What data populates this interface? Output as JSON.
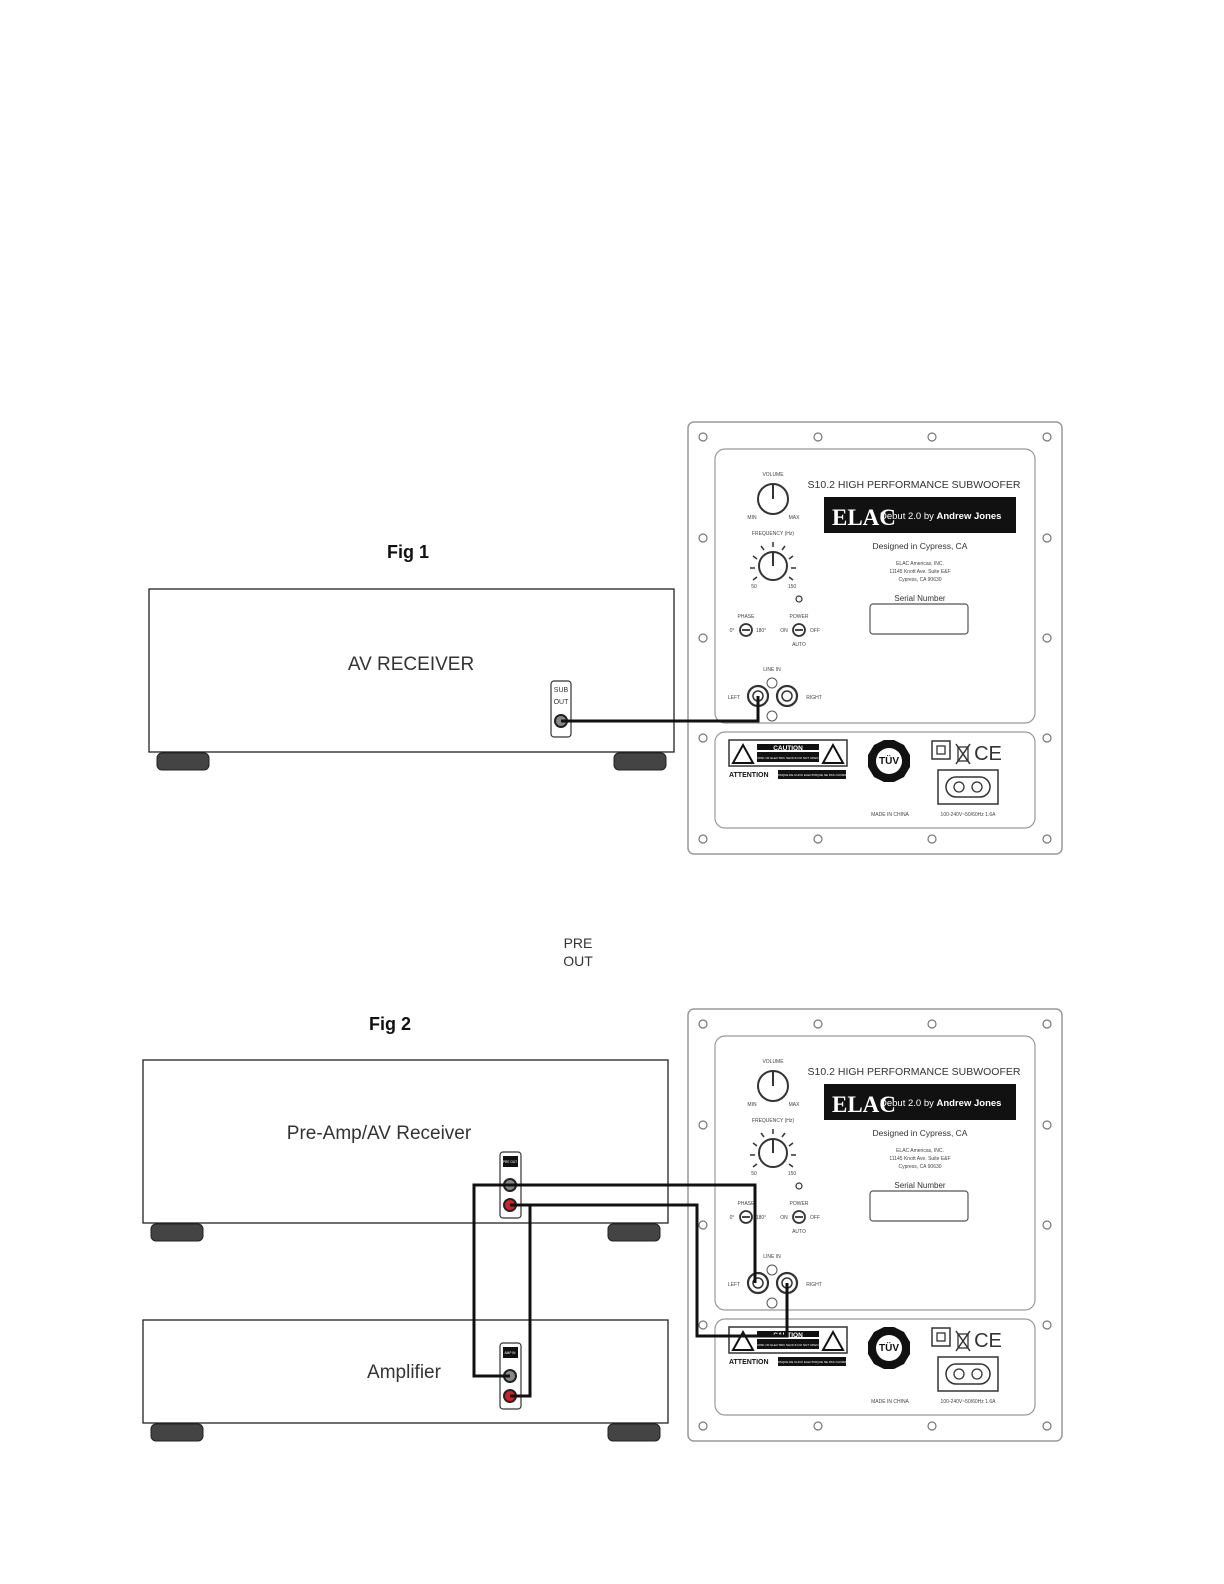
{
  "fig1": {
    "title": "Fig 1",
    "receiver_label": "AV RECEIVER",
    "sub_out_label_top": "SUB",
    "sub_out_label_bottom": "OUT"
  },
  "fig2": {
    "title": "Fig 2",
    "pre_out_label_top": "PRE",
    "pre_out_label_bottom": "OUT",
    "preamp_label": "Pre-Amp/AV Receiver",
    "amplifier_label": "Amplifier",
    "preamp_jack_label": "PRE OUT",
    "amp_jack_label": "AMP IN"
  },
  "sub_panel": {
    "volume": "VOLUME",
    "min": "MIN",
    "max": "MAX",
    "frequency": "FREQUENCY (Hz)",
    "freq_low": "50",
    "freq_high": "150",
    "phase": "PHASE",
    "phase_0": "0°",
    "phase_180": "180°",
    "power": "POWER",
    "on": "ON",
    "off": "OFF",
    "auto": "AUTO",
    "line_in": "LINE IN",
    "left": "LEFT",
    "right": "RIGHT",
    "model": "S10.2 HIGH PERFORMANCE SUBWOOFER",
    "brand": "ELAC",
    "series_prefix": "Debut 2.0 by ",
    "series_designer": "Andrew Jones",
    "designed_in": "Designed in Cypress, CA",
    "address_1": "ELAC Americas, INC.",
    "address_2": "11145 Knott Ave. Suite E&F",
    "address_3": "Cypress, CA 90630",
    "serial_number": "Serial Number",
    "caution": "CAUTION",
    "caution_sub": "RISK OF ELECTRIC SHOCK DO NOT OPEN",
    "attention": "ATTENTION",
    "attention_sub": "RISQUE DE CHOC ELECTRIQUE NE PAS OUVRIR",
    "tuv": "TÜV",
    "made_in": "MADE IN CHINA",
    "power_rating": "100-240V~50/60Hz 1.6A",
    "ce": "CE"
  },
  "colors": {
    "line": "#222222",
    "red_jack": "#d62020",
    "label_black": "#111111",
    "panel_border": "#999999"
  }
}
